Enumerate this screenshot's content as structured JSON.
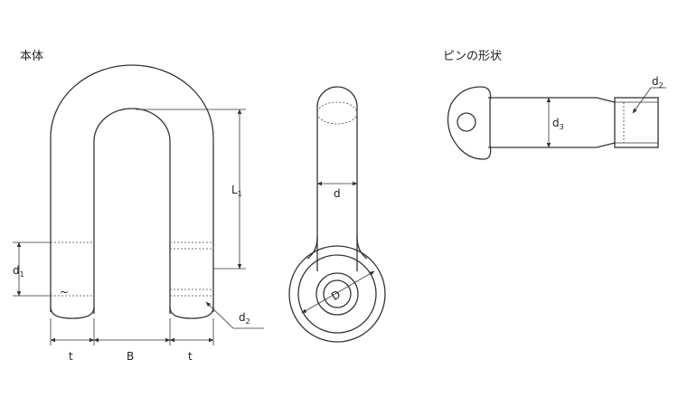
{
  "labels": {
    "body_title": "本体",
    "pin_title": "ピンの形状",
    "t_left": "t",
    "b": "B",
    "t_right": "t",
    "l1_main": "L",
    "l1_sub": "1",
    "d1_main": "d",
    "d1_sub": "1",
    "d2_body_main": "d",
    "d2_body_sub": "2",
    "d_side": "d",
    "D_big": "D",
    "d3_main": "d",
    "d3_sub": "3",
    "d2_pin_main": "d",
    "d2_pin_sub": "2",
    "wave": "~"
  },
  "colors": {
    "line": "#333333",
    "background": "#ffffff"
  }
}
